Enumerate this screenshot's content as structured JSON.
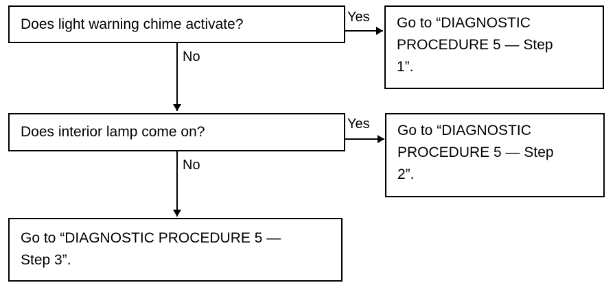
{
  "flowchart": {
    "q1": {
      "text": "Does light warning chime activate?"
    },
    "q1_yes_label": "Yes",
    "q1_no_label": "No",
    "r1": {
      "line1": "Go to “DIAGNOSTIC",
      "line2": "PROCEDURE 5 — Step",
      "line3": "1”."
    },
    "q2": {
      "text": "Does interior lamp come on?"
    },
    "q2_yes_label": "Yes",
    "q2_no_label": "No",
    "r2": {
      "line1": "Go to “DIAGNOSTIC",
      "line2": "PROCEDURE 5 — Step",
      "line3": "2”."
    },
    "r3": {
      "line1": "Go to “DIAGNOSTIC PROCEDURE 5 —",
      "line2": "Step 3”."
    }
  }
}
